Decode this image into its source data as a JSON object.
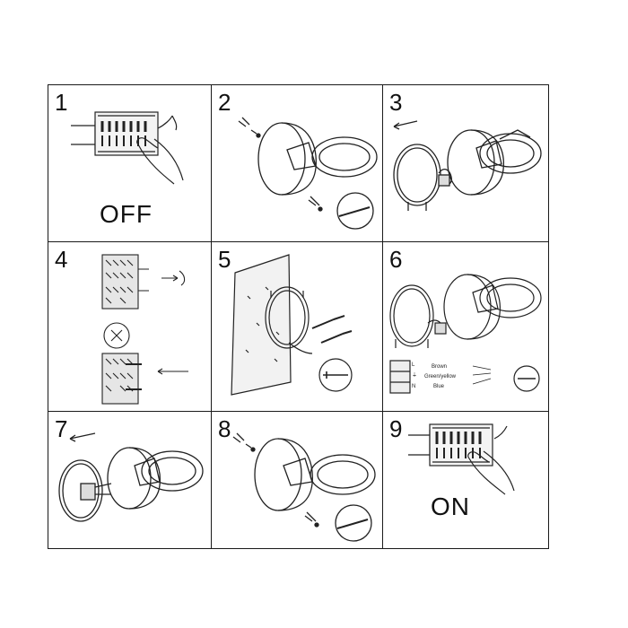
{
  "panels": [
    {
      "step": "1",
      "caption": "OFF"
    },
    {
      "step": "2"
    },
    {
      "step": "3"
    },
    {
      "step": "4"
    },
    {
      "step": "5"
    },
    {
      "step": "6",
      "wires": {
        "l": "L",
        "earth": "⏚",
        "n": "N",
        "brown": "Brown",
        "green_yellow": "Green/yellow",
        "blue": "Blue"
      }
    },
    {
      "step": "7"
    },
    {
      "step": "8"
    },
    {
      "step": "9",
      "caption": "ON"
    }
  ]
}
